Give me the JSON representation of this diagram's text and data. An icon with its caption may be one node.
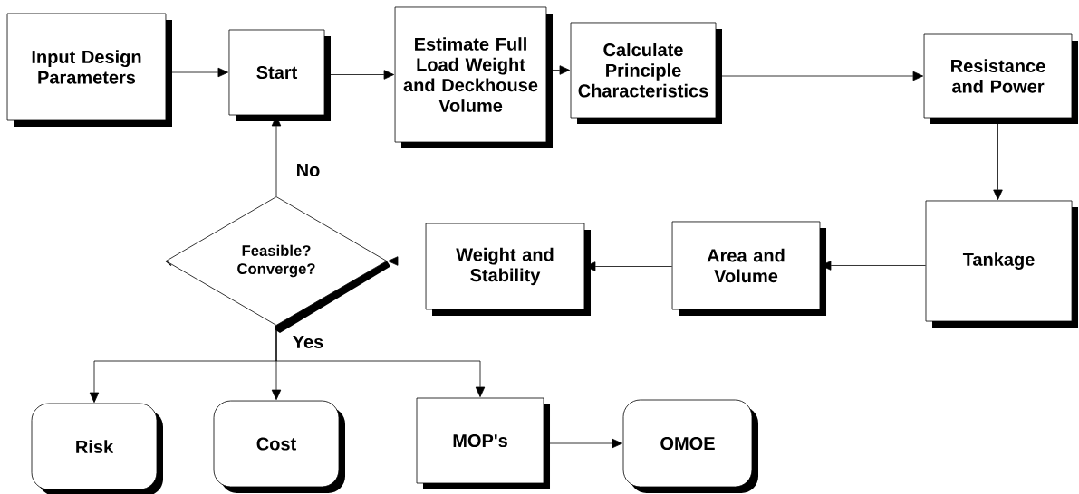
{
  "diagram": {
    "nodes": [
      {
        "text": [
          "Input Design Parameters"
        ]
      },
      {
        "text": [
          "Start"
        ]
      },
      {
        "text": [
          "Estimate Full Load Weight and Deckhouse Volume"
        ]
      },
      {
        "text": [
          "Calculate Principle Characteristics"
        ]
      },
      {
        "text": [
          "Resistance and Power"
        ]
      },
      {
        "text": [
          "Tankage"
        ]
      },
      {
        "text": [
          "Area and Volume"
        ]
      },
      {
        "text": [
          "Weight and Stability"
        ]
      },
      {
        "text": [
          "Feasible? Converge?"
        ]
      },
      {
        "text": [
          "Risk"
        ]
      },
      {
        "text": [
          "Cost"
        ]
      },
      {
        "text": [
          "MOP's"
        ]
      },
      {
        "text": [
          "OMOE"
        ]
      }
    ],
    "edges": [
      {
        "from": 0,
        "to": 1,
        "arrow": "to"
      },
      {
        "from": 1,
        "to": 2,
        "arrow": "to"
      },
      {
        "from": 2,
        "to": 3,
        "arrow": "to"
      },
      {
        "from": 3,
        "to": 4,
        "arrow": "to"
      },
      {
        "from": 4,
        "to": 5,
        "arrow": "to"
      },
      {
        "from": 5,
        "to": 6,
        "arrow": "to"
      },
      {
        "from": 6,
        "to": 7,
        "arrow": "to"
      },
      {
        "from": 7,
        "to": 8,
        "arrow": "to"
      },
      {
        "from": 8,
        "to": 1,
        "arrow": "to",
        "label": "No"
      },
      {
        "from": 8,
        "to": 9,
        "arrow": "to"
      },
      {
        "from": 8,
        "to": 10,
        "arrow": "to",
        "label": "Yes"
      },
      {
        "from": 8,
        "to": 11,
        "arrow": "to"
      },
      {
        "from": 11,
        "to": 12,
        "arrow": "to"
      }
    ]
  }
}
